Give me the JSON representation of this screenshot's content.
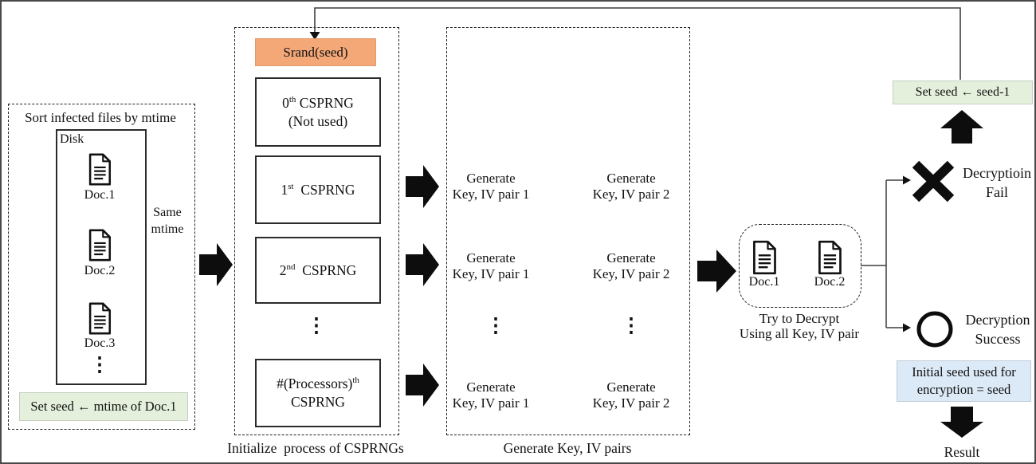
{
  "colors": {
    "srand_fill": "#F4A878",
    "seed_note_fill": "#E4F0DC",
    "result_note_fill": "#DCE9F6"
  },
  "ellipsis": "⋮",
  "left_panel": {
    "title": "Sort infected files by mtime",
    "disk_label": "Disk",
    "doc_labels": [
      "Doc.1",
      "Doc.2",
      "Doc.3"
    ],
    "brace_label": {
      "line1": "Same",
      "line2": "mtime"
    },
    "seed_note": "Set seed ← mtime of Doc.1"
  },
  "csprng_panel": {
    "caption": "Initialize  process of CSPRNGs",
    "srand_label": "Srand(seed)",
    "boxes": [
      {
        "base": "0",
        "sup": "th",
        "rest": " CSPRNG",
        "line2": "(Not used)"
      },
      {
        "base": "1",
        "sup": "st",
        "rest": "  CSPRNG",
        "line2": ""
      },
      {
        "base": "2",
        "sup": "nd",
        "rest": "  CSPRNG",
        "line2": ""
      },
      {
        "base": "#(Processors)",
        "sup": "th",
        "rest": "",
        "line2": "CSPRNG"
      }
    ]
  },
  "generate_panel": {
    "caption": "Generate Key, IV pairs",
    "rows": [
      {
        "left": {
          "line1": "Generate",
          "line2": "Key, IV pair 1"
        },
        "right": {
          "line1": "Generate",
          "line2": "Key, IV pair 2"
        }
      },
      {
        "left": {
          "line1": "Generate",
          "line2": "Key, IV pair 1"
        },
        "right": {
          "line1": "Generate",
          "line2": "Key, IV pair 2"
        }
      },
      {
        "left": {
          "line1": "Generate",
          "line2": "Key, IV pair 1"
        },
        "right": {
          "line1": "Generate",
          "line2": "Key, IV pair 2"
        }
      }
    ]
  },
  "decrypt_stage": {
    "doc_labels": [
      "Doc.1",
      "Doc.2"
    ],
    "caption": {
      "line1": "Try to Decrypt",
      "line2": "Using all Key, IV pair"
    }
  },
  "outcomes": {
    "fail": {
      "line1": "Decryptioin",
      "line2": "Fail"
    },
    "success": {
      "line1": "Decryption",
      "line2": "Success"
    },
    "retry_note": "Set seed ← seed-1",
    "result_note": {
      "line1": "Initial seed used for",
      "line2": "encryption = seed"
    },
    "result_label": "Result"
  }
}
